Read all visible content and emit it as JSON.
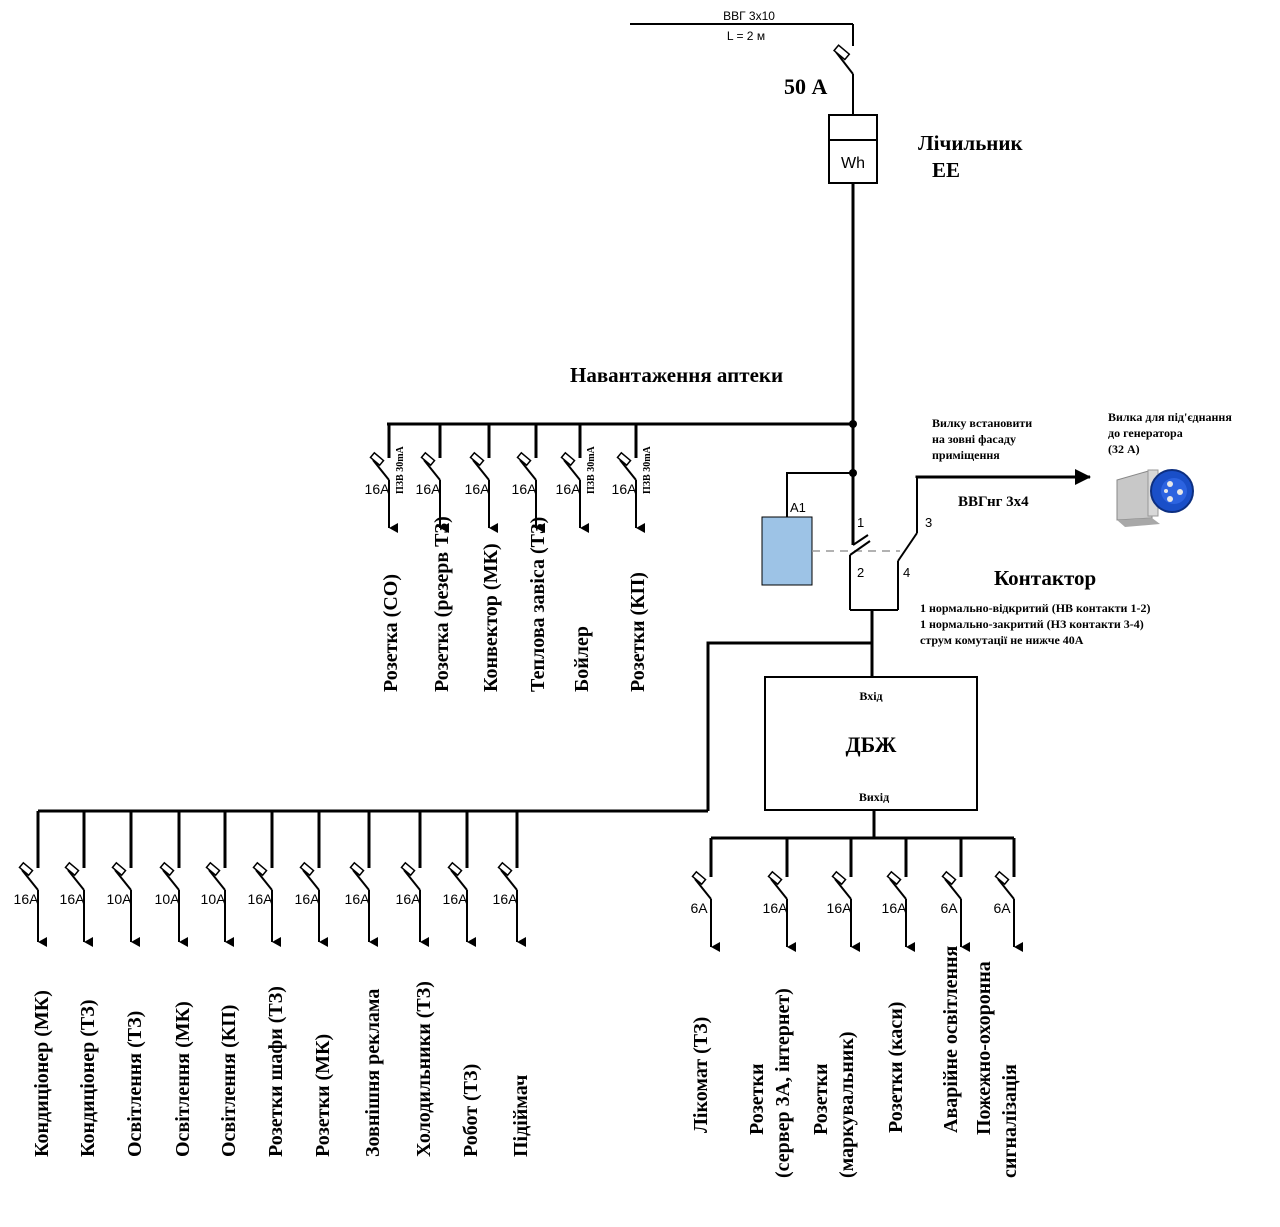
{
  "input_cable": {
    "type": "ВВГ 3х10",
    "length": "L = 2 м"
  },
  "main_breaker": "50 А",
  "meter": {
    "symbol": "Wh",
    "label_line1": "Лічильник",
    "label_line2": "ЕЕ"
  },
  "pharmacy_load_title": "Навантаження аптеки",
  "rcd_label": "ПЗВ 30mA",
  "group_top": [
    {
      "rating": "16А",
      "label": "Розетка (СО)",
      "rcd": true
    },
    {
      "rating": "16А",
      "label": "Розетка (резерв ТЗ)",
      "rcd": false
    },
    {
      "rating": "16А",
      "label": "Конвектор (МК)",
      "rcd": false
    },
    {
      "rating": "16А",
      "label": "Теплова завіса (ТЗ)",
      "rcd": false
    },
    {
      "rating": "16А",
      "label": "Бойлер",
      "rcd": true
    },
    {
      "rating": "16А",
      "label": "Розетки (КП)",
      "rcd": true
    }
  ],
  "generator": {
    "note_line1": "Вилку встановити",
    "note_line2": "на зовні фасаду",
    "note_line3": "приміщення",
    "cable": "ВВГнг 3х4",
    "plug_line1": "Вилка для під'єднання",
    "plug_line2": "до генератора",
    "plug_line3": "(32 А)"
  },
  "contactor": {
    "coil": "А1",
    "terminals": [
      "1",
      "2",
      "3",
      "4"
    ],
    "title": "Контактор",
    "desc_line1": "1 нормально-відкритий (НВ контакти 1-2)",
    "desc_line2": "1 нормально-закритий (НЗ контакти 3-4)",
    "desc_line3": "струм комутації не нижче 40А"
  },
  "ups": {
    "input": "Вхід",
    "name": "ДБЖ",
    "output": "Вихід"
  },
  "group_bottom_left": [
    {
      "rating": "16А",
      "label": "Кондиціонер (МК)"
    },
    {
      "rating": "16А",
      "label": "Кондиціонер (ТЗ)"
    },
    {
      "rating": "10А",
      "label": "Освітлення (ТЗ)"
    },
    {
      "rating": "10А",
      "label": "Освітлення (МК)"
    },
    {
      "rating": "10А",
      "label": "Освітлення (КП)"
    },
    {
      "rating": "16А",
      "label": "Розетки шафи (ТЗ)"
    },
    {
      "rating": "16А",
      "label": "Розетки (МК)"
    },
    {
      "rating": "16А",
      "label": "Зовнішня реклама"
    },
    {
      "rating": "16А",
      "label": "Холодильники (ТЗ)"
    },
    {
      "rating": "16А",
      "label": "Робот (ТЗ)"
    },
    {
      "rating": "16А",
      "label": "Підіймач"
    }
  ],
  "group_bottom_right": [
    {
      "rating": "6А",
      "label_line1": "Лікомат (ТЗ)",
      "label_line2": ""
    },
    {
      "rating": "16А",
      "label_line1": "Розетки",
      "label_line2": "(сервер 3А, інтернет)"
    },
    {
      "rating": "16А",
      "label_line1": "Розетки",
      "label_line2": "(маркувальник)"
    },
    {
      "rating": "16А",
      "label_line1": "Розетки (каси)",
      "label_line2": ""
    },
    {
      "rating": "6А",
      "label_line1": "Аварійне освітлення",
      "label_line2": ""
    },
    {
      "rating": "6А",
      "label_line1": "Пожежно-охоронна",
      "label_line2": "сигналізація"
    }
  ]
}
